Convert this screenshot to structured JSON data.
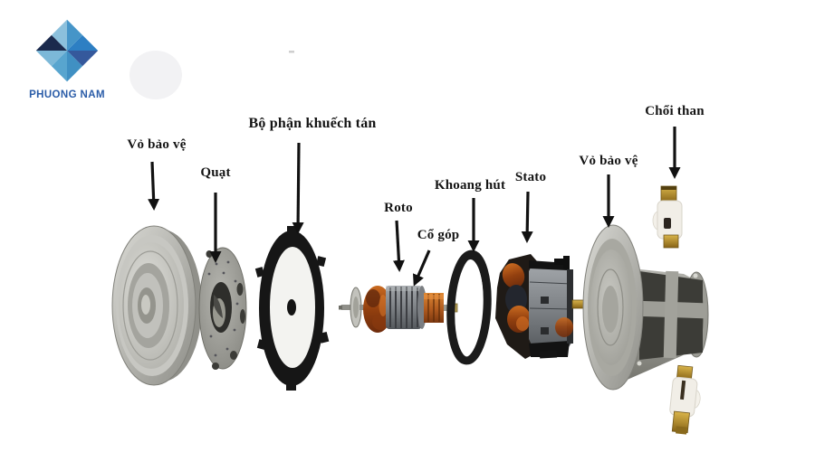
{
  "logo": {
    "text": "PHUONG NAM",
    "text_color": "#2a5ca8",
    "facet_colors": [
      "#8cc0dc",
      "#1b2a4d",
      "#7cb8d8",
      "#58a5cf",
      "#4090c3",
      "#35599c",
      "#2d7fc3",
      "#4695c8"
    ]
  },
  "diagram": {
    "description": "Exploded view of a vacuum cleaner suction motor with Vietnamese part labels",
    "labels": [
      {
        "id": "vo-bao-ve-left",
        "text": "Vỏ bảo vệ",
        "part": "protective-cover-left"
      },
      {
        "id": "quat",
        "text": "Quạt",
        "part": "fan"
      },
      {
        "id": "bo-phan-khuech-tan",
        "text": "Bộ phận khuếch tán",
        "part": "diffuser"
      },
      {
        "id": "roto",
        "text": "Roto",
        "part": "rotor"
      },
      {
        "id": "co-gop",
        "text": "Cổ góp",
        "part": "commutator"
      },
      {
        "id": "khoang-hut",
        "text": "Khoang hút",
        "part": "suction-chamber-gasket"
      },
      {
        "id": "stato",
        "text": "Stato",
        "part": "stator"
      },
      {
        "id": "vo-bao-ve-right",
        "text": "Vỏ bảo vệ",
        "part": "protective-cover-right"
      },
      {
        "id": "choi-than",
        "text": "Chổi than",
        "part": "carbon-brush"
      }
    ],
    "colors": {
      "label_text": "#141414",
      "arrow": "#111111",
      "metal_light": "#d6d6d1",
      "metal_dark": "#8e8e88",
      "copper": "#c86a20",
      "brass": "#c9a23a",
      "black_part": "#181818",
      "white_part": "#f2efe8"
    }
  }
}
